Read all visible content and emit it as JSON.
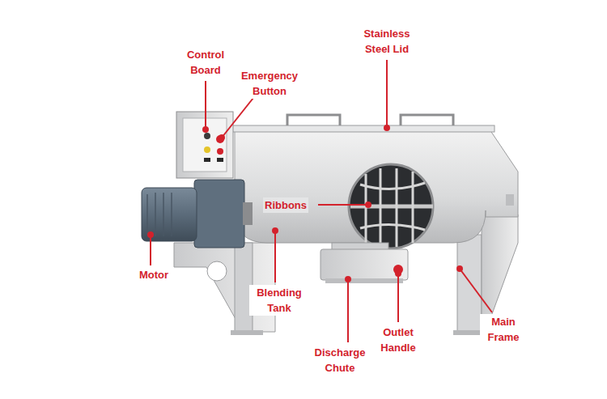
{
  "diagram": {
    "labels": [
      "Control Board",
      "Emergency Button",
      "Stainless Steel Lid",
      "Ribbons",
      "Motor",
      "Blending Tank",
      "Discharge Chute",
      "Outlet Handle",
      "Main Frame"
    ]
  }
}
